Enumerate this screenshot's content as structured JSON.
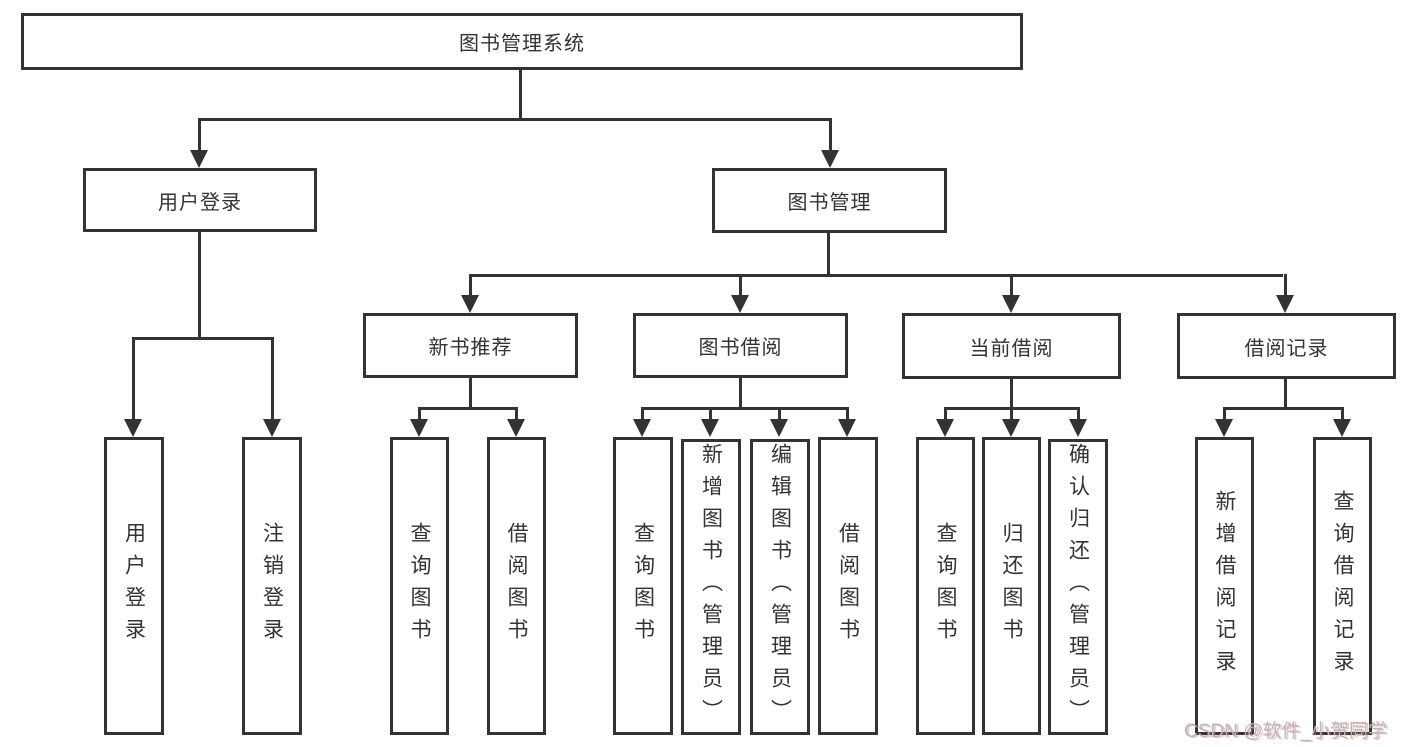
{
  "tree": {
    "root": {
      "label": "图书管理系统",
      "children": [
        {
          "label": "用户登录",
          "children": [
            {
              "label": "用户登录"
            },
            {
              "label": "注销登录"
            }
          ]
        },
        {
          "label": "图书管理",
          "children": [
            {
              "label": "新书推荐",
              "children": [
                {
                  "label": "查询图书"
                },
                {
                  "label": "借阅图书"
                }
              ]
            },
            {
              "label": "图书借阅",
              "children": [
                {
                  "label": "查询图书"
                },
                {
                  "label": "新增图书（管理员）"
                },
                {
                  "label": "编辑图书（管理员）"
                },
                {
                  "label": "借阅图书"
                }
              ]
            },
            {
              "label": "当前借阅",
              "children": [
                {
                  "label": "查询图书"
                },
                {
                  "label": "归还图书"
                },
                {
                  "label": "确认归还（管理员）"
                }
              ]
            },
            {
              "label": "借阅记录",
              "children": [
                {
                  "label": "新增借阅记录"
                },
                {
                  "label": "查询借阅记录"
                }
              ]
            }
          ]
        }
      ]
    }
  },
  "watermark": {
    "label": "CSDN @软件_小贺同学"
  },
  "colors": {
    "line": "#333333",
    "text": "#333333",
    "background": "#ffffff",
    "watermark": "#b9b9b9"
  }
}
